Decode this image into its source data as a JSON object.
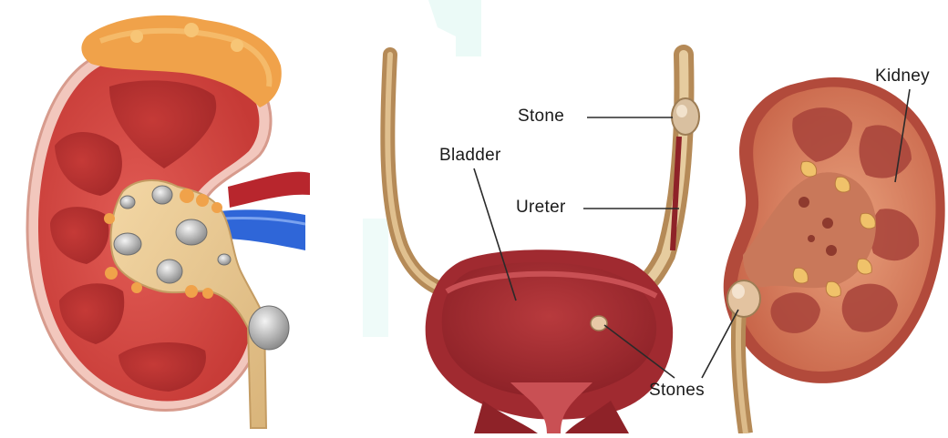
{
  "labels": {
    "stone": "Stone",
    "bladder": "Bladder",
    "ureter": "Ureter",
    "kidney": "Kidney",
    "stones": "Stones"
  },
  "colors": {
    "kidney_cortex": "#d9453f",
    "kidney_medulla": "#c8322f",
    "fat": "#f0a24a",
    "stone": "#c9c9c9",
    "ureter": "#c9a273",
    "vein": "#2f66d8",
    "artery": "#b8262d",
    "bladder": "#b8373a",
    "kidney_right": "#d47a55",
    "watermark": "#d6f6f2"
  }
}
